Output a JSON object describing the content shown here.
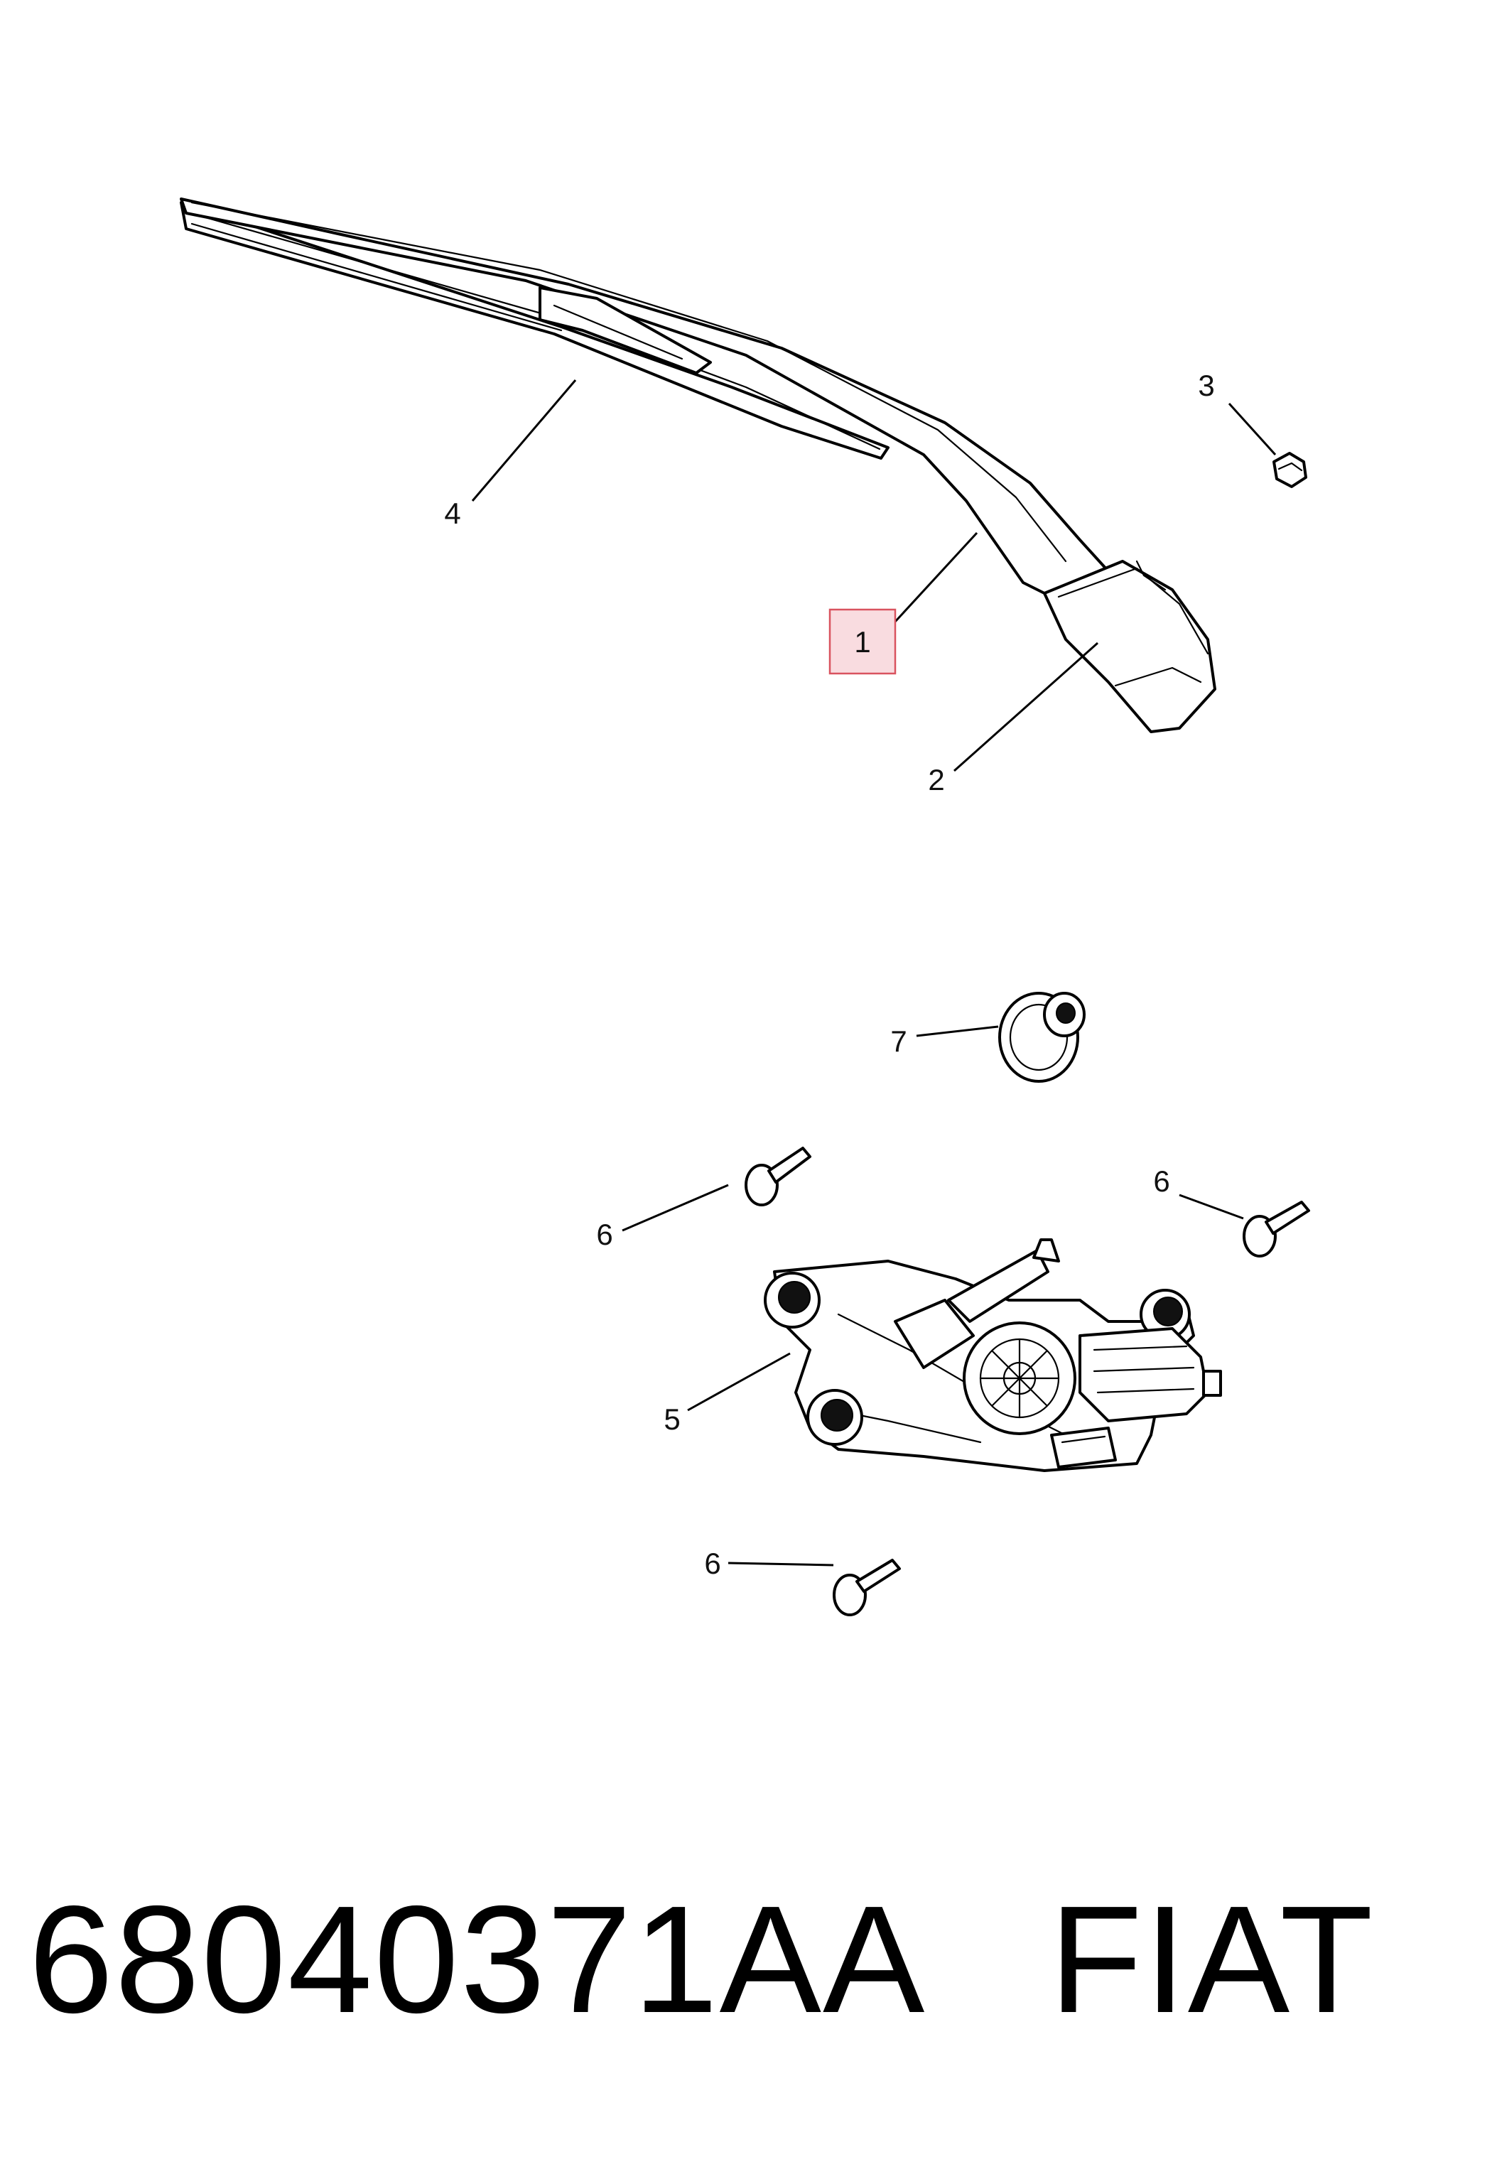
{
  "callouts": {
    "c1": "1",
    "c2": "2",
    "c3": "3",
    "c4": "4",
    "c5": "5",
    "c6a": "6",
    "c6b": "6",
    "c6c": "6",
    "c7": "7"
  },
  "highlight": {
    "part": "1",
    "color": "#f9dce0",
    "border": "#d9535f"
  },
  "caption": {
    "part_number": "68040371AA",
    "brand": "FIAT"
  }
}
